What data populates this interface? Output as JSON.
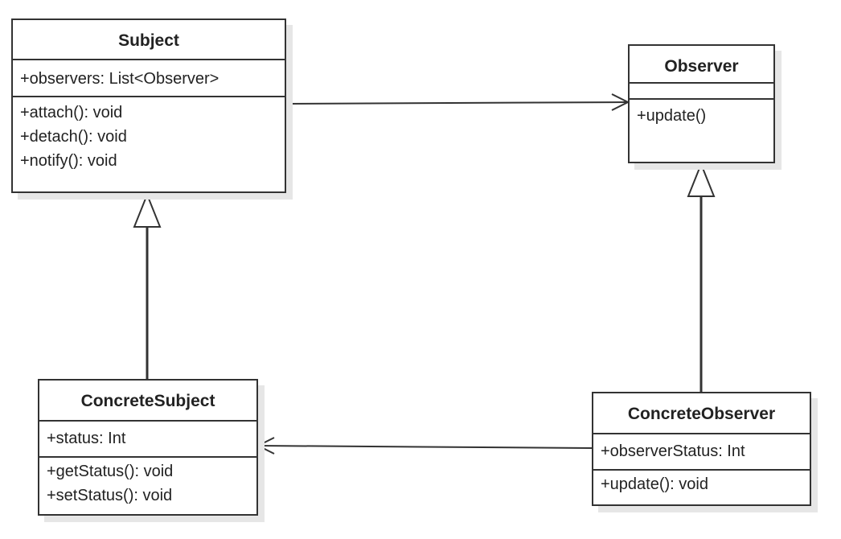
{
  "colors": {
    "line": "#333333",
    "shadow": "#e6e6e6",
    "background": "#ffffff",
    "text": "#222222"
  },
  "classes": {
    "subject": {
      "name": "Subject",
      "attributes": [
        "+observers: List<Observer>"
      ],
      "methods": [
        "+attach(): void",
        "+detach(): void",
        "+notify(): void"
      ]
    },
    "observer": {
      "name": "Observer",
      "attributes": [],
      "methods": [
        "+update()"
      ]
    },
    "concrete_subject": {
      "name": "ConcreteSubject",
      "attributes": [
        "+status: Int"
      ],
      "methods": [
        "+getStatus(): void",
        "+setStatus(): void"
      ]
    },
    "concrete_observer": {
      "name": "ConcreteObserver",
      "attributes": [
        "+observerStatus: Int"
      ],
      "methods": [
        "+update(): void"
      ]
    }
  },
  "relationships": [
    {
      "type": "association",
      "from": "subject",
      "to": "observer"
    },
    {
      "type": "generalization",
      "from": "concrete_subject",
      "to": "subject"
    },
    {
      "type": "generalization",
      "from": "concrete_observer",
      "to": "observer"
    },
    {
      "type": "association",
      "from": "concrete_observer",
      "to": "concrete_subject"
    }
  ]
}
